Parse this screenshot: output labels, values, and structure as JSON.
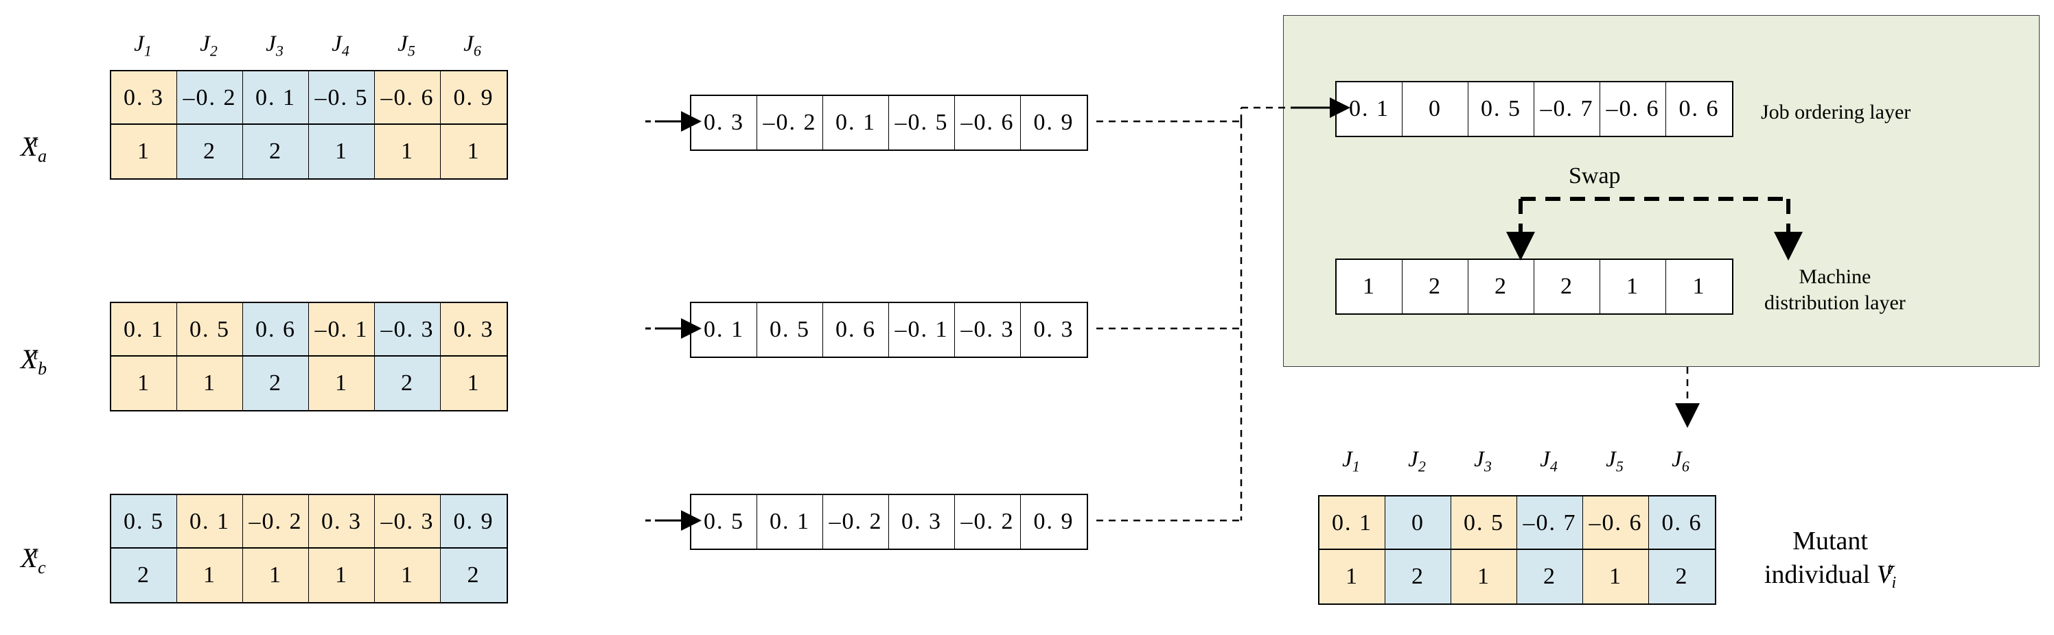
{
  "title": "Differential evolution mutation on two-layer encoding",
  "colors": {
    "yellow": "#fdebc8",
    "blue": "#d6e8ef",
    "white": "#ffffff",
    "panel_green": "#e9efdc",
    "stroke": "#000000"
  },
  "job_headers": [
    "J",
    "J",
    "J",
    "J",
    "J",
    "J"
  ],
  "job_indices": [
    "1",
    "2",
    "3",
    "4",
    "5",
    "6"
  ],
  "left_vectors": [
    {
      "name": "Xa",
      "label_base": "X",
      "label_sub": "a",
      "label_sup": "t",
      "rows": [
        {
          "values": [
            "0. 3",
            "–0. 2",
            "0. 1",
            "–0. 5",
            "–0. 6",
            "0. 9"
          ],
          "fills": [
            "y",
            "b",
            "b",
            "b",
            "y",
            "y"
          ]
        },
        {
          "values": [
            "1",
            "2",
            "2",
            "1",
            "1",
            "1"
          ],
          "fills": [
            "y",
            "b",
            "b",
            "b",
            "y",
            "y"
          ]
        }
      ]
    },
    {
      "name": "Xb",
      "label_base": "X",
      "label_sub": "b",
      "label_sup": "t",
      "rows": [
        {
          "values": [
            "0. 1",
            "0. 5",
            "0. 6",
            "–0. 1",
            "–0. 3",
            "0. 3"
          ],
          "fills": [
            "y",
            "y",
            "b",
            "y",
            "b",
            "y"
          ]
        },
        {
          "values": [
            "1",
            "1",
            "2",
            "1",
            "2",
            "1"
          ],
          "fills": [
            "y",
            "y",
            "b",
            "y",
            "b",
            "y"
          ]
        }
      ]
    },
    {
      "name": "Xc",
      "label_base": "X",
      "label_sub": "c",
      "label_sup": "t",
      "rows": [
        {
          "values": [
            "0. 5",
            "0. 1",
            "–0. 2",
            "0. 3",
            "–0. 3",
            "0. 9"
          ],
          "fills": [
            "b",
            "y",
            "y",
            "y",
            "y",
            "b"
          ]
        },
        {
          "values": [
            "2",
            "1",
            "1",
            "1",
            "1",
            "2"
          ],
          "fills": [
            "b",
            "y",
            "y",
            "y",
            "y",
            "b"
          ]
        }
      ]
    }
  ],
  "middle_vectors": [
    {
      "name": "Xa-ordering",
      "values": [
        "0. 3",
        "–0. 2",
        "0. 1",
        "–0. 5",
        "–0. 6",
        "0. 9"
      ],
      "fills": [
        "y",
        "b",
        "b",
        "y",
        "y",
        "y"
      ]
    },
    {
      "name": "Xb-ordering",
      "values": [
        "0. 1",
        "0. 5",
        "0. 6",
        "–0. 1",
        "–0. 3",
        "0. 3"
      ],
      "fills": [
        "y",
        "y",
        "b",
        "y",
        "b",
        "y"
      ]
    },
    {
      "name": "Xc-ordering",
      "values": [
        "0. 5",
        "0. 1",
        "–0. 2",
        "0. 3",
        "–0. 2",
        "0. 9"
      ],
      "fills": [
        "b",
        "y",
        "y",
        "y",
        "y",
        "b"
      ]
    }
  ],
  "green_panel": {
    "job_ordering": {
      "label": "Job ordering layer",
      "values": [
        "0. 1",
        "0",
        "0. 5",
        "–0. 7",
        "–0. 6",
        "0. 6"
      ],
      "fills": [
        "w",
        "w",
        "w",
        "w",
        "w",
        "w"
      ]
    },
    "swap_label": "Swap",
    "swap_from_index": 3,
    "swap_to_index": 6,
    "machine_distribution": {
      "label_line1": "Machine",
      "label_line2": "distribution layer",
      "values": [
        "1",
        "2",
        "2",
        "2",
        "1",
        "1"
      ],
      "fills": [
        "y",
        "b",
        "b",
        "b",
        "y",
        "y"
      ]
    }
  },
  "mutant": {
    "label_line1": "Mutant",
    "label_line2_prefix": "individual ",
    "label_symbol": "V",
    "label_sub": "i",
    "label_sup": "t",
    "rows": [
      {
        "values": [
          "0. 1",
          "0",
          "0. 5",
          "–0. 7",
          "–0. 6",
          "0. 6"
        ],
        "fills": [
          "y",
          "b",
          "y",
          "b",
          "y",
          "b"
        ]
      },
      {
        "values": [
          "1",
          "2",
          "1",
          "2",
          "1",
          "2"
        ],
        "fills": [
          "y",
          "b",
          "y",
          "b",
          "y",
          "b"
        ]
      }
    ]
  }
}
